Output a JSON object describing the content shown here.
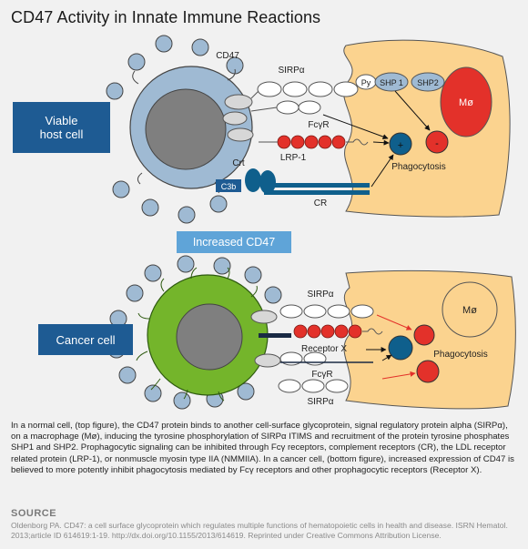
{
  "title": "CD47 Activity in Innate Immune Reactions",
  "labels": {
    "viable_line1": "Viable",
    "viable_line2": "host cell",
    "cancer": "Cancer cell",
    "increased": "Increased CD47"
  },
  "top": {
    "cd47": "CD47",
    "sirpa": "SIRPα",
    "py": "Py",
    "shp1": "SHP 1",
    "shp2": "SHP2",
    "macrophage": "Mø",
    "fcyr": "FcγR",
    "lrp1": "LRP-1",
    "crt": "Crt",
    "c3b": "C3b",
    "cr": "CR",
    "phagocytosis": "Phagocytosis",
    "plus": "+",
    "minus": "-"
  },
  "bottom": {
    "sirpa": "SIRPα",
    "macrophage": "Mø",
    "receptor_x": "Receptor X",
    "phagocytosis": "Phagocytosis",
    "fcyr": "FcγR",
    "sirpa2": "SIRPα"
  },
  "caption": "In a normal cell, (top figure), the CD47 protein binds to another cell-surface glycoprotein, signal regulatory protein alpha (SIRPα), on a macrophage (Mø), inducing the tyrosine phosphorylation of SIRPα ITIMS and recruitment of the protein tyrosine phosphates SHP1 and SHP2. Prophagocytic signaling can be inhibited through Fcγ receptors, complement receptors (CR), the LDL receptor related protein (LRP-1), or nonmuscle myosin type IIA (NMMIIA). In a cancer cell, (bottom figure), increased expression of CD47 is believed to more potently inhibit phagocytosis mediated by Fcγ receptors and other prophagocytic receptors (Receptor X).",
  "source": {
    "heading": "SOURCE",
    "text": "Oldenborg PA. CD47: a cell surface glycoprotein which regulates multiple functions of hematopoietic cells in health and disease. ISRN Hematol. 2013;article ID 614619:1-19. http://dx.doi.org/10.1155/2013/614619. Reprinted under Creative Commons Attribution License."
  },
  "colors": {
    "macrophage": "#fbd38f",
    "cell_blue": "#9fbad3",
    "nucleus": "#7f7f7f",
    "cancer_green": "#74b52b",
    "red": "#e3312a",
    "dark_blue": "#0f5f8c",
    "label_blue": "#1e5b93",
    "light_label": "#5fa4d8"
  }
}
